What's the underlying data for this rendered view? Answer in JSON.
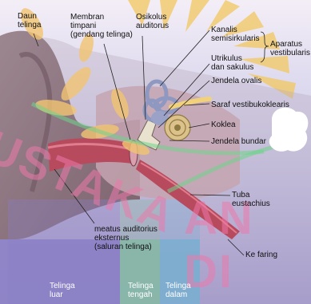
{
  "labels": {
    "daun_telinga": [
      "Daun",
      "telinga"
    ],
    "membran_timpani": [
      "Membran",
      "timpani",
      "(gendang telinga)"
    ],
    "osikulus": [
      "Osikolus",
      "auditorus"
    ],
    "kanalis": [
      "Kanalis",
      "semisirkularis"
    ],
    "aparatus": [
      "Aparatus",
      "vestibularis"
    ],
    "utrikulus": [
      "Utrikulus",
      "dan sakulus"
    ],
    "jendela_ovalis": "Jendela ovalis",
    "saraf": "Saraf vestibukoklearis",
    "koklea": "Koklea",
    "jendela_bundar": "Jendela bundar",
    "tuba": [
      "Tuba",
      "eustachius"
    ],
    "meatus": [
      "meatus auditorius",
      "eksternus",
      "(saluran telinga)"
    ],
    "ke_faring": "Ke faring",
    "telinga_luar": [
      "Telinga",
      "luar"
    ],
    "telinga_tengah": [
      "Telinga",
      "tengah"
    ],
    "telinga_dalam": [
      "Telinga",
      "dalam"
    ]
  },
  "watermark": {
    "line1": "USTAKA",
    "line2": "AN DI"
  },
  "colors": {
    "outer_ear_band": "#8a7fc6",
    "middle_ear_band": "#86b8a6",
    "inner_ear_band": "#7aaed0",
    "skin": "#8f747e",
    "canal": "#b84a5e",
    "bone": "#c8a2ae",
    "cochlea": "#dcc28a",
    "leaf": "#f2c572",
    "watermark": "#ec78aa"
  }
}
